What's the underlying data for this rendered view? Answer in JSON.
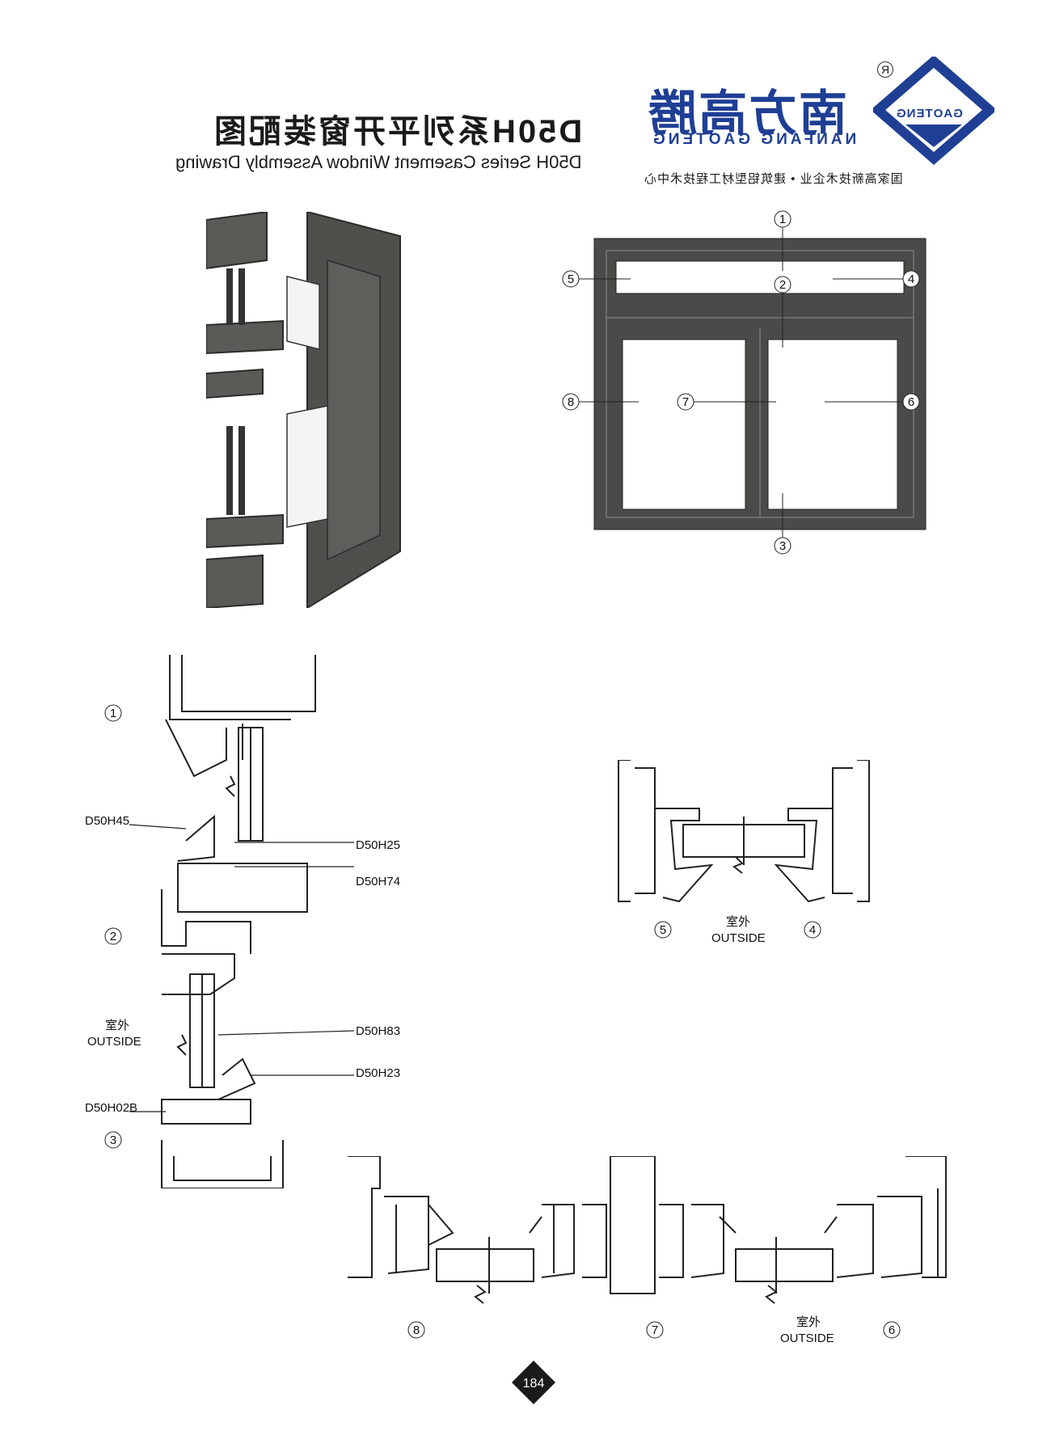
{
  "header": {
    "title_cn": "D50H系列平开窗装配图",
    "title_en": "D50H Series Casement Window Assembly Drawing"
  },
  "brand": {
    "name_cn": "南方高腾",
    "name_en": "NANFANG GAOTENG",
    "logo_text": "GAOTENG",
    "registered": "R",
    "tagline": "国家高新技术企业 • 建筑铝型材工程技术中心",
    "color": "#1f3f95"
  },
  "elevation": {
    "markers": [
      "1",
      "2",
      "3",
      "4",
      "5",
      "6",
      "7",
      "8"
    ]
  },
  "section_vertical": {
    "markers": [
      "1",
      "2",
      "3"
    ],
    "labels": {
      "d50h45": "D50H45",
      "d50h25": "D50H25",
      "d50h74": "D50H74",
      "d50h83": "D50H83",
      "d50h23": "D50H23",
      "d50h02b": "D50H02B"
    },
    "outside_cn": "室外",
    "outside_en": "OUTSIDE"
  },
  "section_transom": {
    "markers": [
      "5",
      "4"
    ],
    "outside_cn": "室外",
    "outside_en": "OUTSIDE"
  },
  "section_horizontal": {
    "markers": [
      "8",
      "7",
      "6"
    ],
    "outside_cn": "室外",
    "outside_en": "OUTSIDE"
  },
  "page": {
    "number": "184"
  },
  "colors": {
    "profile_dark": "#4a4a48",
    "profile_line": "#2b2b2b"
  }
}
